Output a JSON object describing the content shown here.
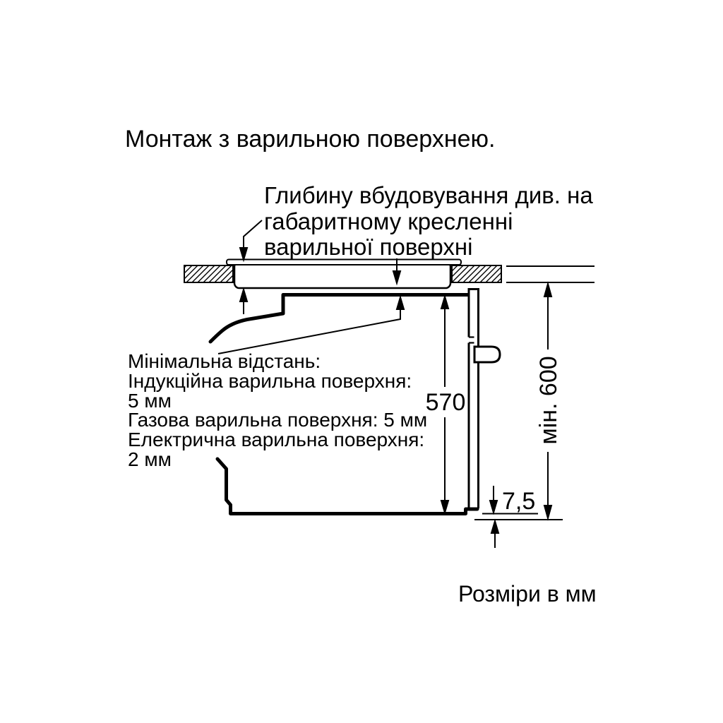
{
  "page": {
    "background": "#ffffff",
    "ink": "#000000"
  },
  "title": "Монтаж з варильною поверхнею.",
  "annotation": {
    "lines": [
      "Глибину вбудовування див. на",
      "габаритному кресленні",
      "варильної поверхні"
    ]
  },
  "minimum_distance": {
    "lines": [
      "Мінімальна відстань:",
      "Індукційна варильна поверхня:",
      "5 мм",
      "Газова варильна поверхня: 5 мм",
      "Електрична варильна поверхня:",
      "2 мм"
    ]
  },
  "dimensions": {
    "oven_front_height": "570",
    "bottom_gap": "7,5",
    "min_niche_height": "мін. 600"
  },
  "footer": "Розміри в мм"
}
